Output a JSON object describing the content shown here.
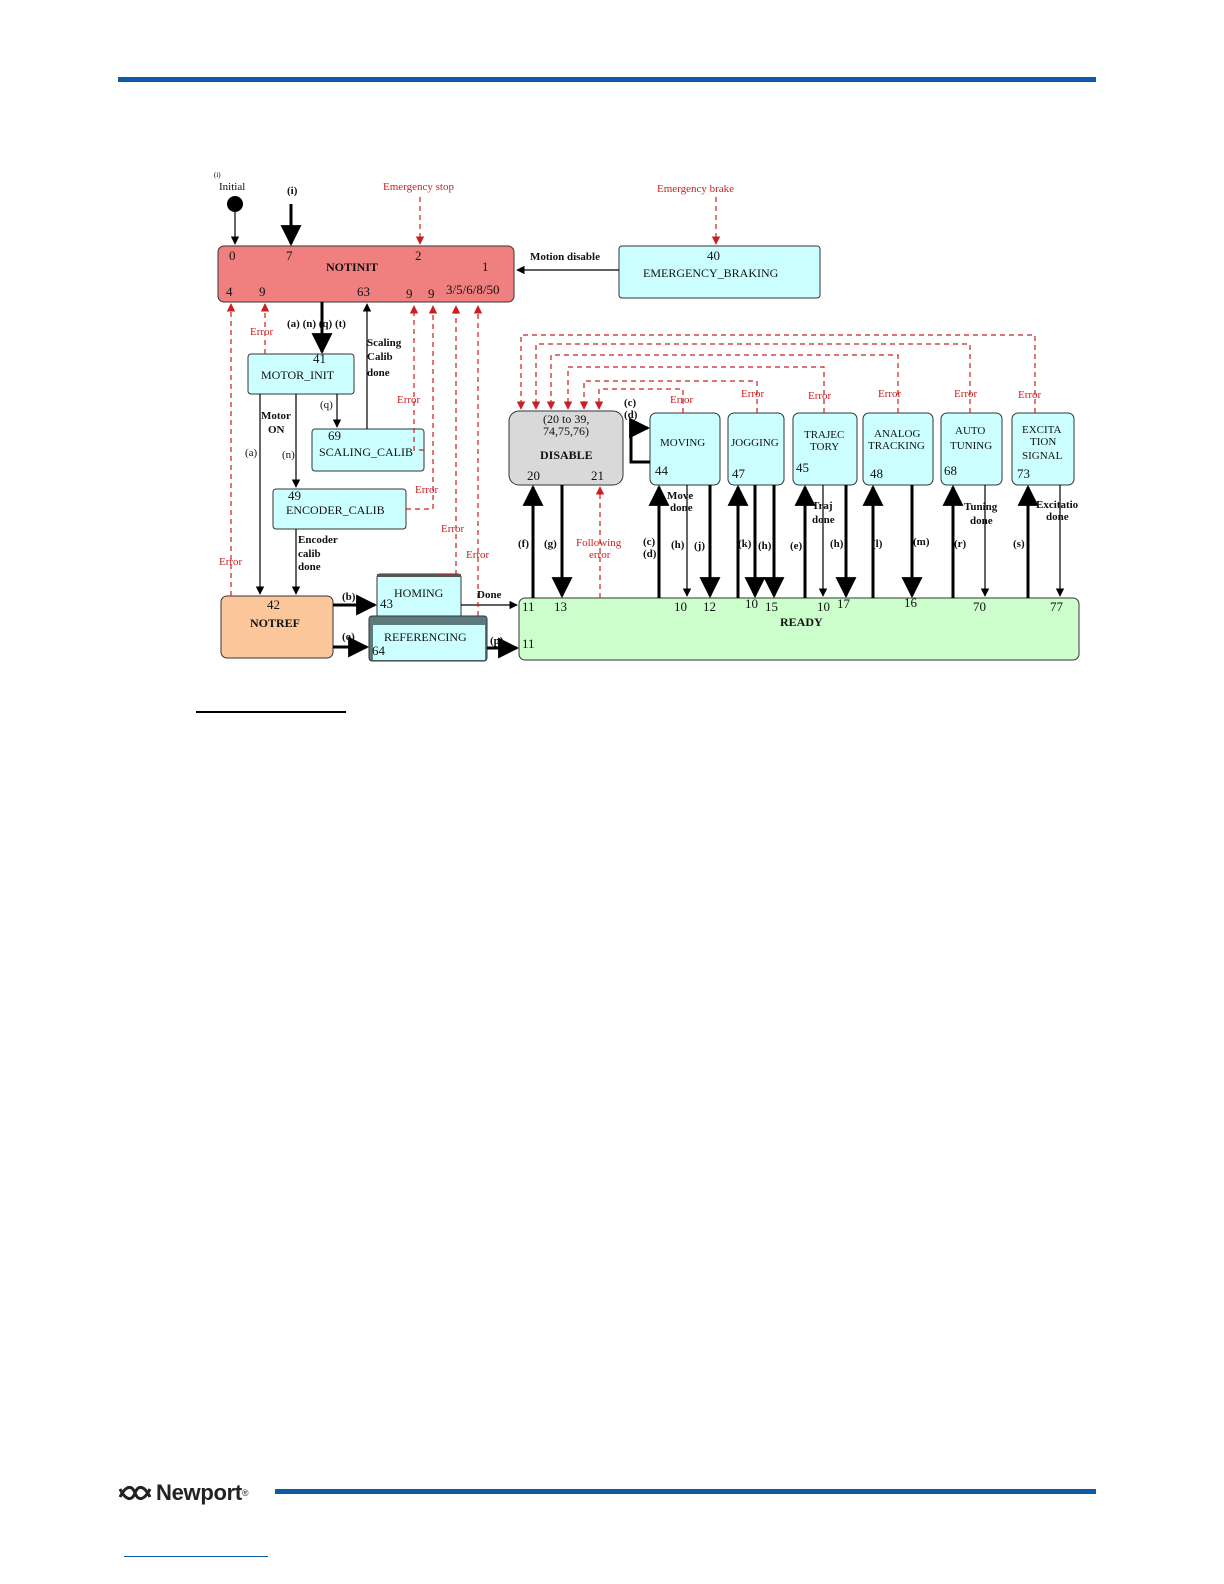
{
  "states": {
    "notinit": {
      "name": "NOTINIT",
      "n0": "0",
      "n7": "7",
      "n2": "2",
      "n1": "1",
      "n4": "4",
      "n9a": "9",
      "n63": "63",
      "n9b": "9",
      "n9c": "9",
      "n3": "3/5/6/8/50"
    },
    "emergency": {
      "name": "EMERGENCY_BRAKING",
      "num": "40"
    },
    "motor_init": {
      "name": "MOTOR_INIT",
      "num": "41"
    },
    "scaling": {
      "name": "SCALING_CALIB",
      "num": "69"
    },
    "encoder": {
      "name": "ENCODER_CALIB",
      "num": "49"
    },
    "notref": {
      "name": "NOTREF",
      "num": "42"
    },
    "homing": {
      "name": "HOMING",
      "num": "43"
    },
    "referencing": {
      "name": "REFERENCING",
      "num": "64"
    },
    "disable": {
      "name": "DISABLE",
      "range1": "(20 to 39,",
      "range2": "74,75,76)",
      "n20": "20",
      "n21": "21"
    },
    "moving": {
      "name": "MOVING",
      "num": "44"
    },
    "jogging": {
      "name": "JOGGING",
      "num": "47"
    },
    "trajectory": {
      "l1": "TRAJEC",
      "l2": "TORY",
      "num": "45"
    },
    "analog": {
      "l1": "ANALOG",
      "l2": "TRACKING",
      "num": "48"
    },
    "autotuning": {
      "l1": "AUTO",
      "l2": "TUNING",
      "num": "68"
    },
    "excitation": {
      "l1": "EXCITA",
      "l2": "TION",
      "l3": "SIGNAL",
      "num": "73"
    },
    "ready": {
      "name": "READY",
      "n11a": "11",
      "n13": "13",
      "n10a": "10",
      "n12": "12",
      "n10b": "10",
      "n15": "15",
      "n10c": "10",
      "n17": "17",
      "n16": "16",
      "n70": "70",
      "n77": "77",
      "n11b": "11"
    }
  },
  "labels": {
    "initial": "Initial",
    "initial_mark": "(i)",
    "i_arrow": "(i)",
    "emergency_stop": "Emergency stop",
    "emergency_brake": "Emergency brake",
    "motion_disable": "Motion disable",
    "notinit_out": "(a) (n) (q) (t)",
    "scaling_calib_done": [
      "Scaling",
      "Calib",
      "done"
    ],
    "motor_on": [
      "Motor",
      "ON"
    ],
    "q": "(q)",
    "a": "(a)",
    "n": "(n)",
    "encoder_calib_done": [
      "Encoder",
      "calib",
      "done"
    ],
    "b": "(b)",
    "o": "(o)",
    "p": "(p)",
    "done": "Done",
    "following_error": [
      "Following",
      "error"
    ],
    "c": "(c)",
    "d": "(d)",
    "f": "(f)",
    "g": "(g)",
    "h": "(h)",
    "j": "(j)",
    "k": "(k)",
    "l": "(l)",
    "m": "(m)",
    "r": "(r)",
    "s": "(s)",
    "e": "(e)",
    "move_done": [
      "Move",
      "done"
    ],
    "traj_done": [
      "Traj",
      "done"
    ],
    "tuning_done": [
      "Tuning",
      "done"
    ],
    "excitation_done": [
      "Excitatio",
      "done"
    ],
    "error": "Error"
  },
  "footer": {
    "brand": "Newport",
    "reg": "®"
  },
  "colors": {
    "notinit": "#f08080",
    "cyan": "#ccffff",
    "notref": "#fcc89b",
    "ready": "#ccffcc",
    "disable": "#d9d9d9",
    "error": "#cc1f1f",
    "rule": "#0d5aa6"
  }
}
